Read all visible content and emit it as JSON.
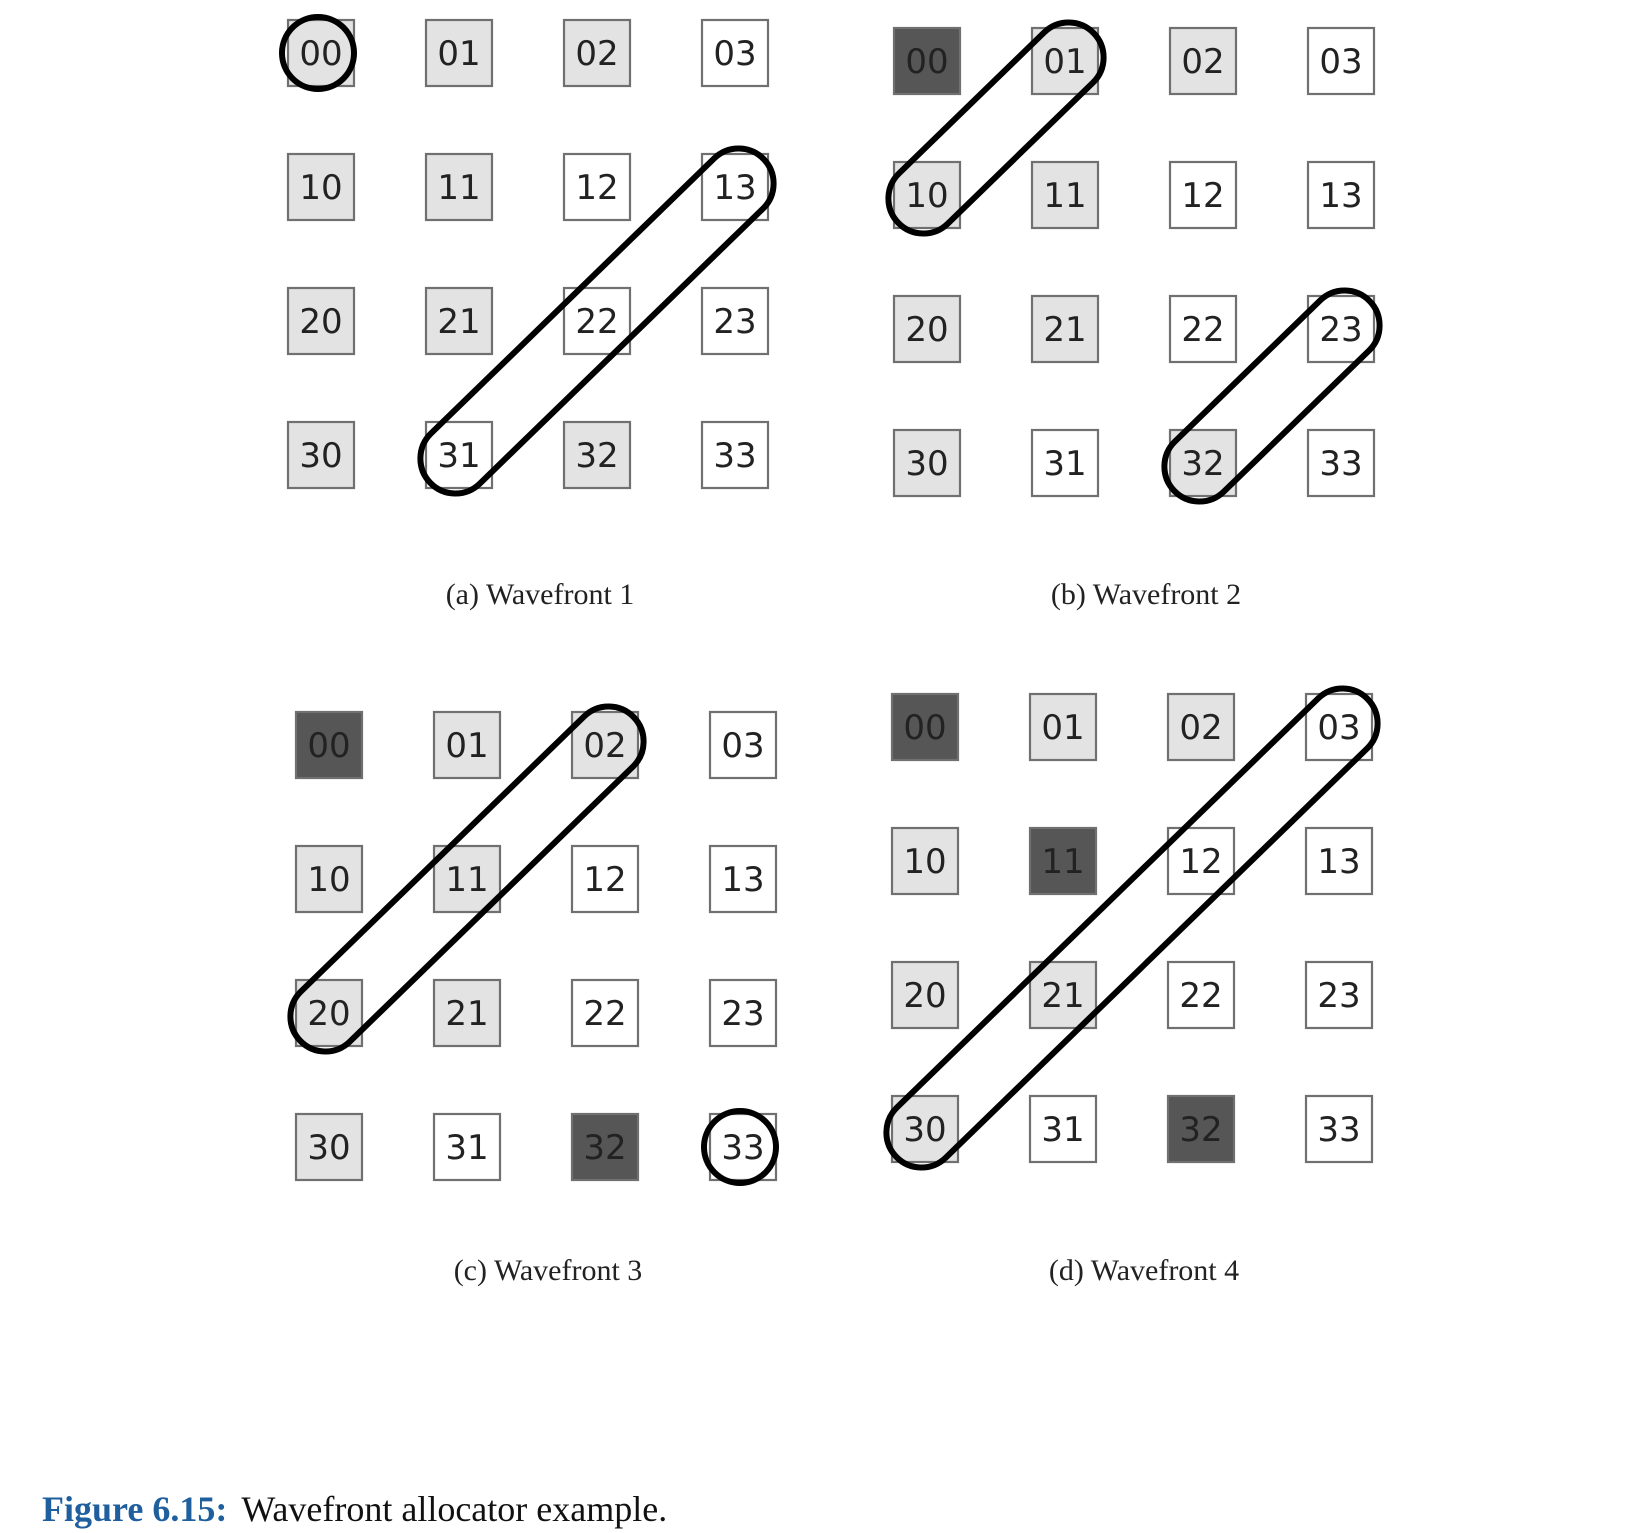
{
  "figure": {
    "label": "Figure 6.15:",
    "caption": "Wavefront allocator example."
  },
  "colors": {
    "white": "#ffffff",
    "light": "#e3e3e3",
    "dark": "#565656",
    "ring": "#000000",
    "label_blue": "#1f5f9e"
  },
  "panels": [
    {
      "caption": "(a) Wavefront 1",
      "rows": [
        [
          "00",
          "01",
          "02",
          "03"
        ],
        [
          "10",
          "11",
          "12",
          "13"
        ],
        [
          "20",
          "21",
          "22",
          "23"
        ],
        [
          "30",
          "31",
          "32",
          "33"
        ]
      ],
      "fill": [
        [
          "light",
          "light",
          "light",
          "white"
        ],
        [
          "light",
          "light",
          "white",
          "white"
        ],
        [
          "light",
          "light",
          "white",
          "white"
        ],
        [
          "light",
          "white",
          "light",
          "white"
        ]
      ],
      "highlighted_wavefront": [
        [
          "00"
        ],
        [
          "13",
          "22",
          "31"
        ]
      ]
    },
    {
      "caption": "(b) Wavefront 2",
      "rows": [
        [
          "00",
          "01",
          "02",
          "03"
        ],
        [
          "10",
          "11",
          "12",
          "13"
        ],
        [
          "20",
          "21",
          "22",
          "23"
        ],
        [
          "30",
          "31",
          "32",
          "33"
        ]
      ],
      "fill": [
        [
          "dark",
          "light",
          "light",
          "white"
        ],
        [
          "light",
          "light",
          "white",
          "white"
        ],
        [
          "light",
          "light",
          "white",
          "white"
        ],
        [
          "light",
          "white",
          "light",
          "white"
        ]
      ],
      "highlighted_wavefront": [
        [
          "01",
          "10"
        ],
        [
          "23",
          "32"
        ]
      ]
    },
    {
      "caption": "(c) Wavefront 3",
      "rows": [
        [
          "00",
          "01",
          "02",
          "03"
        ],
        [
          "10",
          "11",
          "12",
          "13"
        ],
        [
          "20",
          "21",
          "22",
          "23"
        ],
        [
          "30",
          "31",
          "32",
          "33"
        ]
      ],
      "fill": [
        [
          "dark",
          "light",
          "light",
          "white"
        ],
        [
          "light",
          "light",
          "white",
          "white"
        ],
        [
          "light",
          "light",
          "white",
          "white"
        ],
        [
          "light",
          "white",
          "dark",
          "white"
        ]
      ],
      "highlighted_wavefront": [
        [
          "02",
          "11",
          "20"
        ],
        [
          "33"
        ]
      ]
    },
    {
      "caption": "(d) Wavefront 4",
      "rows": [
        [
          "00",
          "01",
          "02",
          "03"
        ],
        [
          "10",
          "11",
          "12",
          "13"
        ],
        [
          "20",
          "21",
          "22",
          "23"
        ],
        [
          "30",
          "31",
          "32",
          "33"
        ]
      ],
      "fill": [
        [
          "dark",
          "light",
          "light",
          "white"
        ],
        [
          "light",
          "dark",
          "white",
          "white"
        ],
        [
          "light",
          "light",
          "white",
          "white"
        ],
        [
          "light",
          "white",
          "dark",
          "white"
        ]
      ],
      "highlighted_wavefront": [
        [
          "03",
          "12",
          "21",
          "30"
        ]
      ]
    }
  ]
}
